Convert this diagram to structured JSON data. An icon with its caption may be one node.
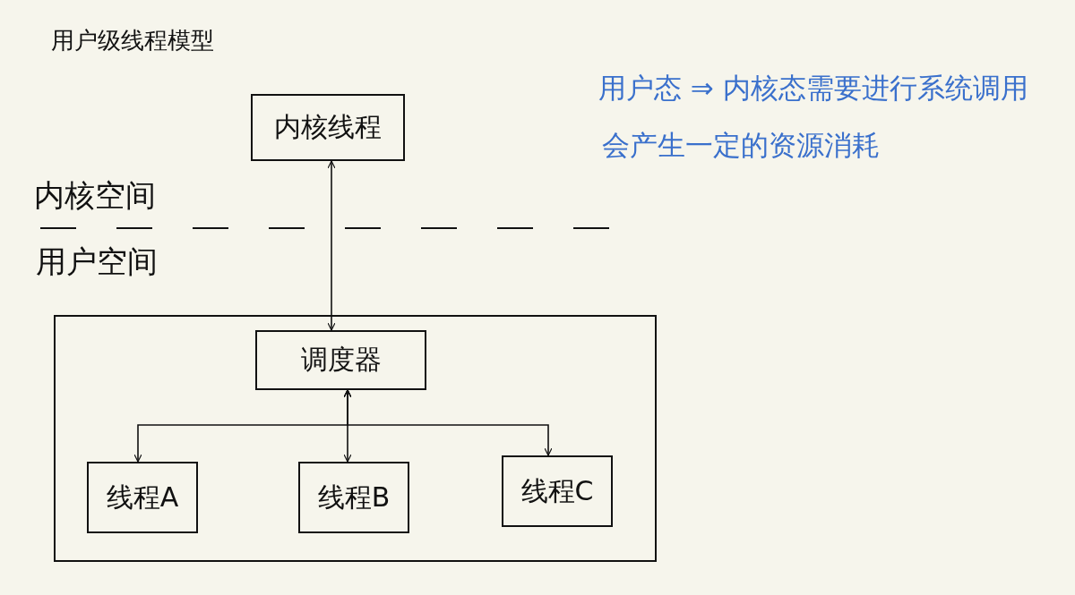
{
  "diagram": {
    "title": "用户级线程模型",
    "nodes": [
      {
        "text": [
          "内核线程"
        ]
      },
      {
        "text": [],
        "shape": "box"
      },
      {
        "text": [
          "调度器"
        ],
        "in": 1
      },
      {
        "text": [
          "线程A"
        ],
        "in": 1
      },
      {
        "text": [
          "线程B"
        ],
        "in": 1
      },
      {
        "text": [
          "线程C"
        ],
        "in": 1
      }
    ],
    "edges": [
      {
        "from": 0,
        "to": 2,
        "arrow": "both"
      },
      {
        "from": 2,
        "to": 3,
        "arrow": "both"
      },
      {
        "from": 2,
        "to": 4,
        "arrow": "both"
      },
      {
        "from": 2,
        "to": 5,
        "arrow": "both"
      }
    ],
    "labels": [
      "内核空间",
      "用户空间",
      "用户态 ⇒ 内核态需要进行系统调用",
      "会产生一定的资源消耗"
    ]
  }
}
